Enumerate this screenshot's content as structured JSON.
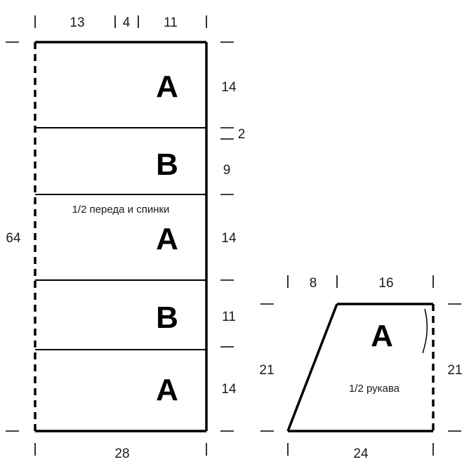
{
  "body_pattern": {
    "label": "1/2 переда и спинки",
    "width": "28",
    "height": "64",
    "top_widths": [
      "13",
      "4",
      "11"
    ],
    "sections": [
      {
        "zone": "A",
        "height": "14"
      },
      {
        "zone": "B",
        "height": "9"
      },
      {
        "zone": "A",
        "height": "14"
      },
      {
        "zone": "B",
        "height": "11"
      },
      {
        "zone": "A",
        "height": "14"
      }
    ],
    "offset": "2"
  },
  "sleeve_pattern": {
    "label": "1/2 рукава",
    "zone": "A",
    "top_widths": [
      "8",
      "16"
    ],
    "bottom_width": "24",
    "left_height": "21",
    "right_height": "21"
  }
}
